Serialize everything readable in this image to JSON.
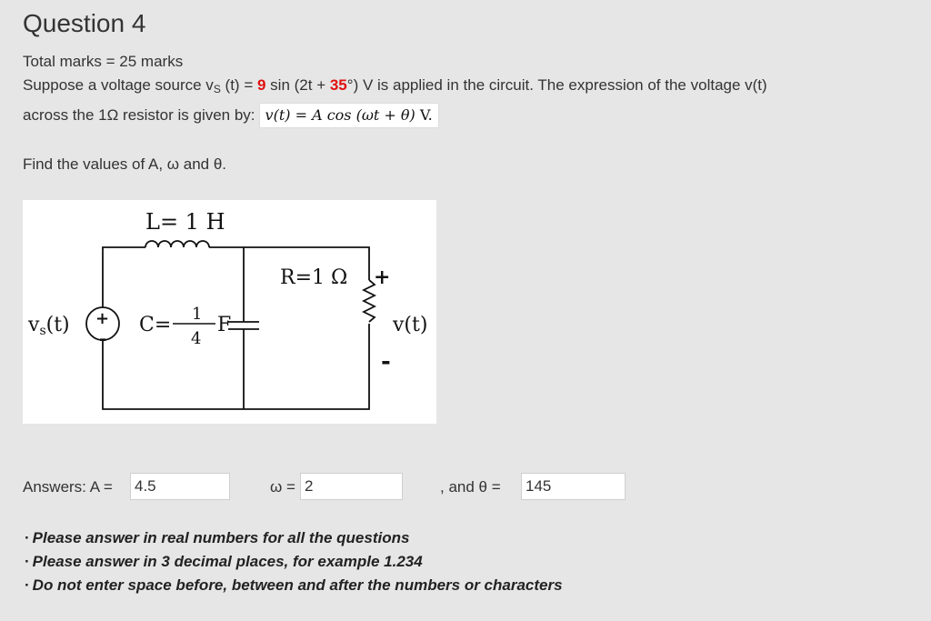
{
  "question": {
    "title": "Question 4",
    "total_marks": "Total marks = 25 marks",
    "line2_a": "Suppose a voltage source v",
    "line2_sub": "S",
    "line2_b": " (t) = ",
    "amp": "9",
    "line2_c": " sin (2t + ",
    "phase": "35",
    "line2_d": "°) V is applied in the circuit. The expression of the voltage v(t)",
    "line3_a": "across the 1Ω resistor is given by:",
    "formula": "v(t) = A cos (ωt + θ)",
    "formula_unit": "V.",
    "find": "Find the values of A, ω and θ."
  },
  "circuit": {
    "inductor_label": "L= 1 H",
    "resistor_label": "R=1 Ω",
    "source_label": "v",
    "source_sub": "s",
    "source_t": "(t)",
    "cap_prefix": "C=",
    "cap_num": "1",
    "cap_den": "4",
    "cap_unit": "F",
    "vout_label": "v(t)",
    "plus": "+",
    "minus": "-"
  },
  "answers": {
    "label_a": "Answers: A =",
    "value_a": "4.5",
    "label_w": "ω =",
    "value_w": "2",
    "label_theta": ", and  θ =",
    "value_theta": "145"
  },
  "notes": [
    "Please answer in real numbers for all the questions",
    "Please answer in 3 decimal places, for example 1.234",
    "Do not enter space before, between and after the numbers or characters"
  ],
  "colors": {
    "highlight": "#e01010",
    "background": "#e6e6e6"
  }
}
